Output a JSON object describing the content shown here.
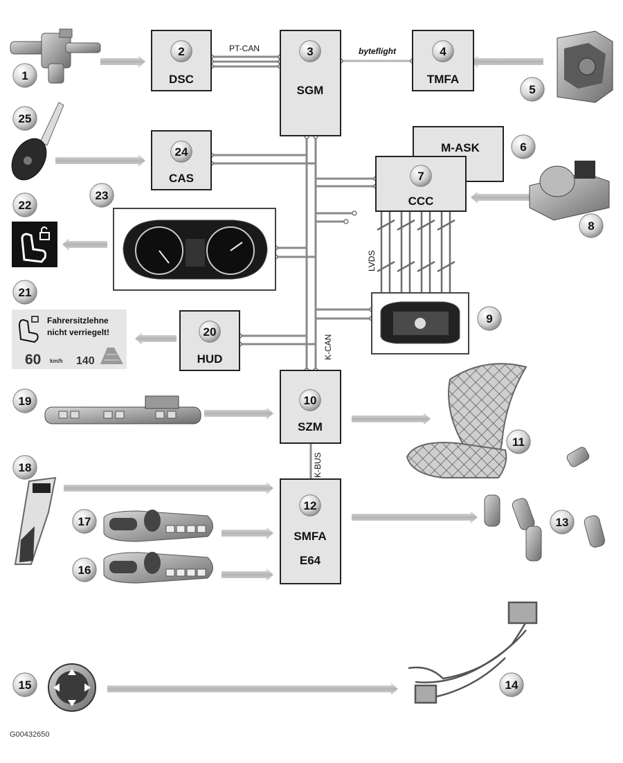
{
  "modules": {
    "dsc": {
      "number": "2",
      "label": "DSC"
    },
    "sgm": {
      "number": "3",
      "label": "SGM"
    },
    "tmfa": {
      "number": "4",
      "label": "TMFA"
    },
    "cas": {
      "number": "24",
      "label": "CAS"
    },
    "mask": {
      "number": "6",
      "label": "M-ASK"
    },
    "ccc": {
      "number": "7",
      "label": "CCC"
    },
    "hud": {
      "number": "20",
      "label": "HUD"
    },
    "szm": {
      "number": "10",
      "label": "SZM"
    },
    "smfa": {
      "number": "12",
      "label": "SMFA",
      "sublabel": "E64"
    }
  },
  "bus_labels": {
    "pt_can": "PT-CAN",
    "byteflight": "byteflight",
    "lvds": "LVDS",
    "k_can": "K-CAN",
    "k_bus": "K-BUS"
  },
  "component_numbers": {
    "sensor": "1",
    "actuator_box": "5",
    "controller": "8",
    "display": "9",
    "seat": "11",
    "motors": "13",
    "harness": "14",
    "seat_switch": "15",
    "switch_panel_b": "16",
    "switch_panel_a": "17",
    "door_panel": "18",
    "center_console": "19",
    "hud_display": "21",
    "warning_icon": "22",
    "cluster": "23",
    "key": "25"
  },
  "hud_text": {
    "line1": "Fahrersitzlehne",
    "line2": "nicht verriegelt!",
    "speed": "60",
    "speed_unit": "km/h",
    "limit": "140"
  },
  "figure_id": "G00432650"
}
